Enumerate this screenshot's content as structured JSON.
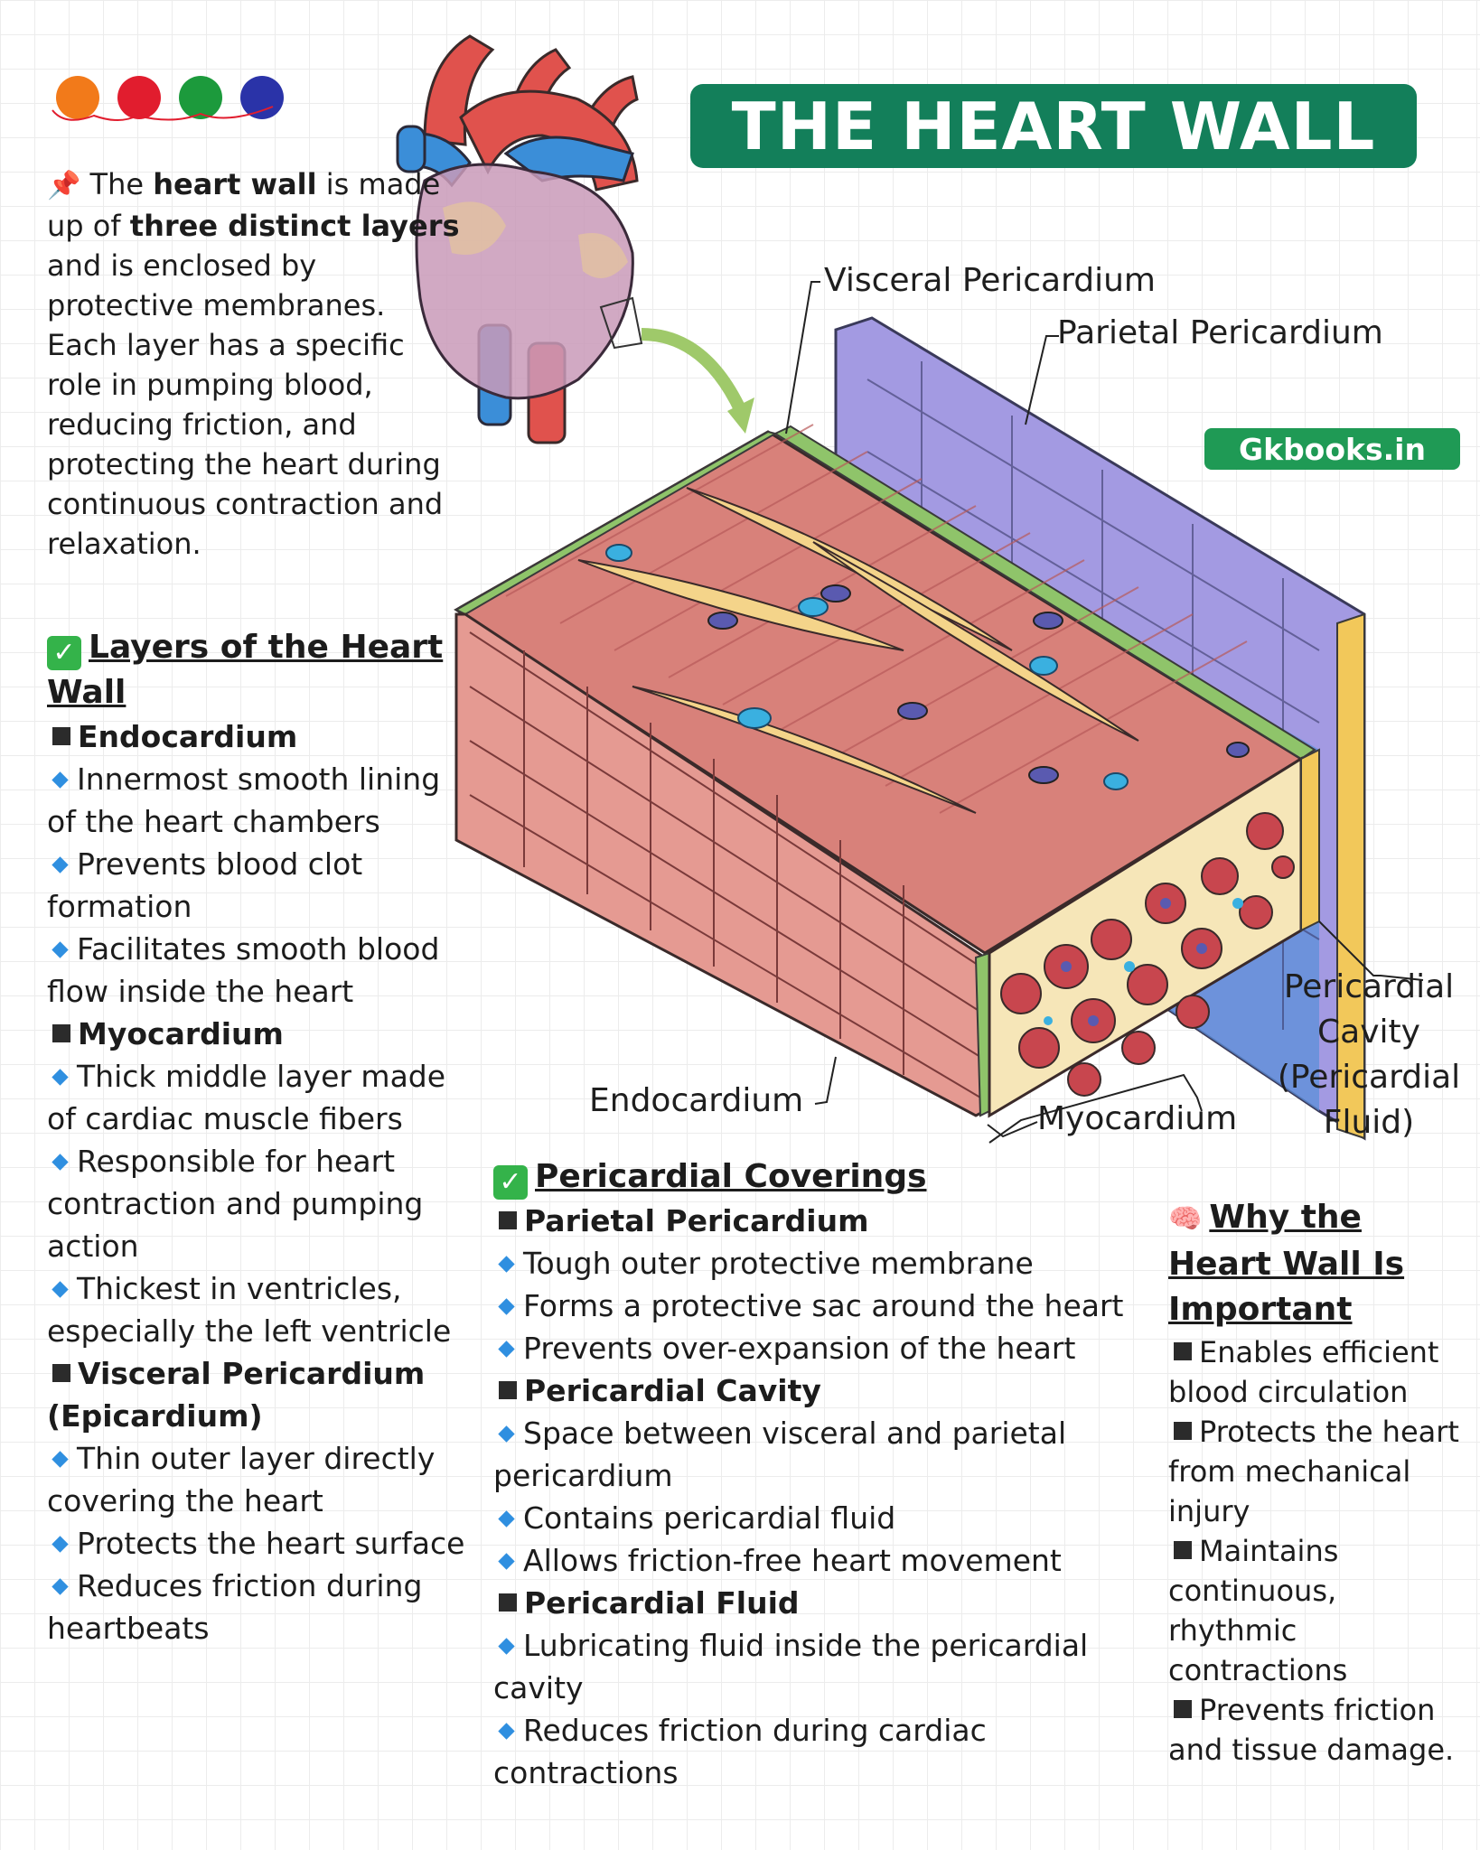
{
  "title": "THE HEART WALL",
  "brand": "Gkbooks.in",
  "intro": {
    "t1": " The ",
    "b1": "heart wall",
    "t2": " is made up of ",
    "b2": "three distinct layers",
    "t3": " and is enclosed by protective membranes. Each layer has a specific role in pumping blood, reducing friction, and protecting the heart during continuous contraction and relaxation."
  },
  "diagram_labels": {
    "visceral": "Visceral Pericardium",
    "parietal": "Parietal Pericardium",
    "cavity_l1": "Pericardial",
    "cavity_l2": "Cavity",
    "cavity_l3": "(Pericardial",
    "cavity_l4": "Fluid)",
    "endocardium": "Endocardium",
    "myocardium": "Myocardium"
  },
  "layers": {
    "heading": "Layers of the Heart Wall",
    "endo": {
      "name": "Endocardium",
      "points": [
        "Innermost smooth lining of the heart chambers",
        "Prevents blood clot formation",
        "Facilitates smooth blood flow inside the heart"
      ]
    },
    "myo": {
      "name": "Myocardium",
      "points": [
        "Thick middle layer made of cardiac muscle fibers",
        "Responsible for heart contraction and pumping action",
        "Thickest in ventricles, especially the left ventricle"
      ]
    },
    "visceral": {
      "name": "Visceral Pericardium (Epicardium)",
      "points": [
        "Thin outer layer directly covering the heart",
        "Protects the heart surface",
        "Reduces friction during heartbeats"
      ]
    }
  },
  "coverings": {
    "heading": "Pericardial Coverings",
    "parietal": {
      "name": "Parietal Pericardium",
      "points": [
        "Tough outer protective membrane",
        "Forms a protective sac around the heart",
        "Prevents over-expansion of the heart"
      ]
    },
    "cavity": {
      "name": "Pericardial Cavity",
      "points": [
        "Space between visceral and parietal pericardium",
        "Contains pericardial fluid",
        "Allows friction-free heart movement"
      ]
    },
    "fluid": {
      "name": "Pericardial Fluid",
      "points": [
        "Lubricating fluid inside the pericardial cavity",
        "Reduces friction during cardiac contractions"
      ]
    }
  },
  "important": {
    "heading": "Why the Heart Wall Is Important",
    "points": [
      "Enables efficient blood circulation",
      "Protects the heart from mechanical injury",
      "Maintains continuous, rhythmic contractions",
      "Prevents friction and tissue damage."
    ]
  },
  "colors": {
    "title_bg": "#137f5a",
    "brand_bg": "#1f9a55",
    "dots": [
      "#f27a1a",
      "#e11d2e",
      "#1c9a3c",
      "#2a33a8"
    ],
    "muscle": "#cf6b6b",
    "pericardium": "#9b8fe0"
  }
}
